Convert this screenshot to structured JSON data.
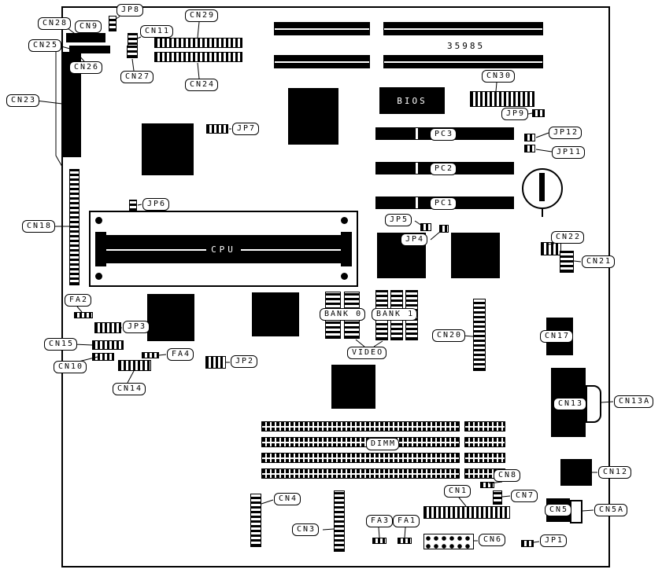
{
  "board": {
    "part_number": "35985"
  },
  "labels": {
    "jp8": "JP8",
    "cn28": "CN28",
    "cn9": "CN9",
    "cn29": "CN29",
    "cn25": "CN25",
    "cn11": "CN11",
    "cn26": "CN26",
    "cn27": "CN27",
    "cn24": "CN24",
    "cn23": "CN23",
    "jp7": "JP7",
    "cn30": "CN30",
    "jp9": "JP9",
    "jp12": "JP12",
    "jp11": "JP11",
    "pc3": "PC3",
    "pc2": "PC2",
    "pc1": "PC1",
    "bios": "BIOS",
    "cpu": "CPU",
    "jp6": "JP6",
    "cn18": "CN18",
    "jp5": "JP5",
    "jp4": "JP4",
    "cn22": "CN22",
    "cn21": "CN21",
    "fa2": "FA2",
    "jp3": "JP3",
    "cn15": "CN15",
    "cn10": "CN10",
    "fa4": "FA4",
    "cn14": "CN14",
    "jp2": "JP2",
    "bank0": "BANK 0",
    "bank1": "BANK 1",
    "video": "VIDEO",
    "cn20": "CN20",
    "cn17": "CN17",
    "cn13": "CN13",
    "cn13a": "CN13A",
    "dimm": "DIMM",
    "cn12": "CN12",
    "cn8": "CN8",
    "cn1": "CN1",
    "cn7": "CN7",
    "cn4": "CN4",
    "cn3": "CN3",
    "fa3": "FA3",
    "fa1": "FA1",
    "cn6": "CN6",
    "cn5": "CN5",
    "cn5a": "CN5A",
    "jp1": "JP1"
  }
}
